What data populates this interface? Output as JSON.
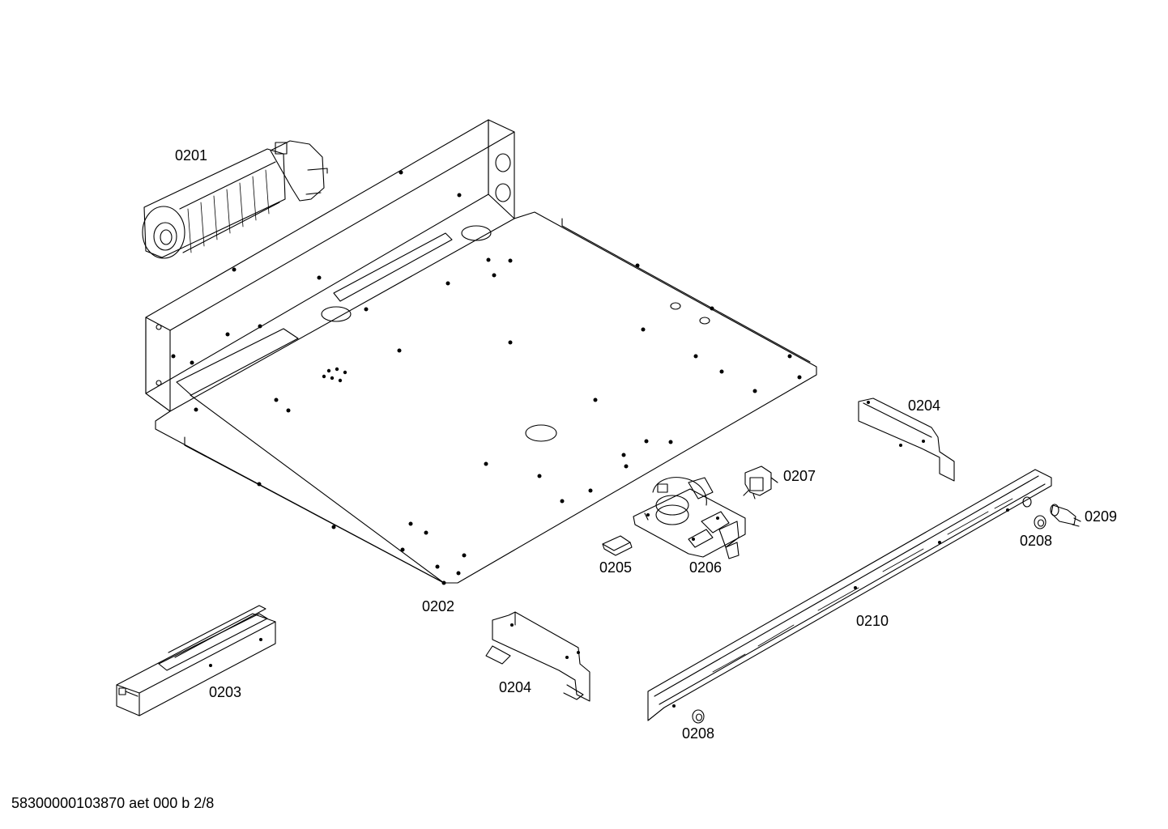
{
  "labels": {
    "fan": "0201",
    "base_plate": "0202",
    "block": "0203",
    "bracket_top": "0204",
    "bracket_bottom": "0204",
    "clip": "0205",
    "lock_assembly": "0206",
    "switch": "0207",
    "grommet_right": "0208",
    "grommet_bottom": "0208",
    "sensor": "0209",
    "rail": "0210"
  },
  "footer": "58300000103870 aet 000 b 2/8",
  "colors": {
    "line": "#000000",
    "background": "#ffffff"
  }
}
